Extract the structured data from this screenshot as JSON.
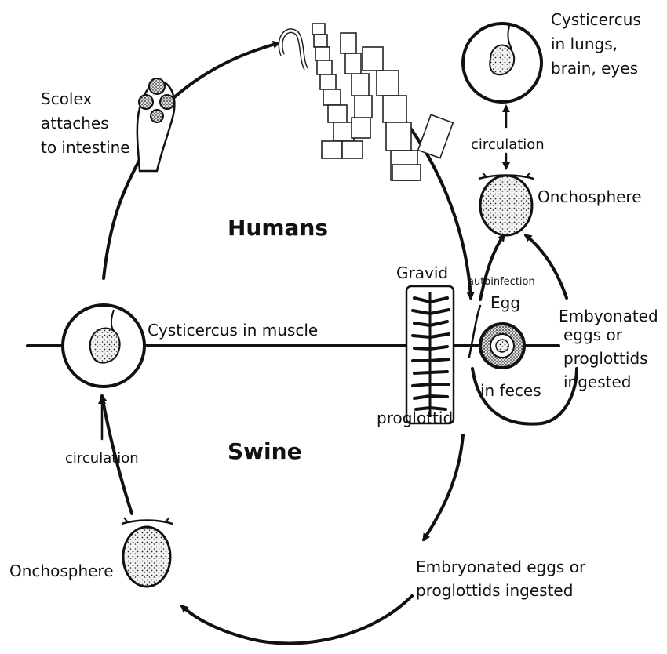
{
  "diagram": {
    "region_labels": {
      "humans": "Humans",
      "swine": "Swine"
    },
    "labels": {
      "scolex_line1": "Scolex",
      "scolex_line2": "attaches",
      "scolex_line3": "to intestine",
      "cyst_lungs_line1": "Cysticercus",
      "cyst_lungs_line2": "in lungs,",
      "cyst_lungs_line3": "brain, eyes",
      "circulation_top": "circulation",
      "onchosphere_right": "Onchosphere",
      "gravid": "Gravid",
      "autoinfection": "autoinfection",
      "egg": "Egg",
      "embryonated_right_line1": "Embyonated",
      "embryonated_right_line2": "eggs or",
      "embryonated_right_line3": "proglottids",
      "embryonated_right_line4": "ingested",
      "cyst_muscle": "Cysticercus in muscle",
      "in_feces": "in feces",
      "proglottid": "proglottid",
      "circulation_left": "circulation",
      "onchosphere_left": "Onchosphere",
      "embryonated_bottom_line1": "Embryonated eggs or",
      "embryonated_bottom_line2": "proglottids ingested"
    },
    "colors": {
      "ink": "#111111",
      "background": "#ffffff"
    }
  }
}
